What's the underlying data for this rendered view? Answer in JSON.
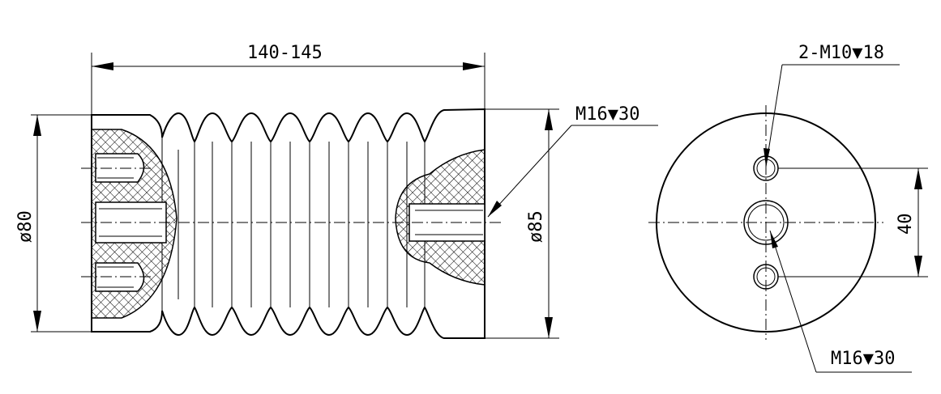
{
  "dimensions": {
    "length": "140-145",
    "dia_small": "ø80",
    "dia_large": "ø85",
    "thread_side": "M16▼30",
    "holes": "2-M10▼18",
    "center_thread": "M16▼30",
    "spacing": "40"
  },
  "colors": {
    "line": "#000000",
    "hatch": "#000000",
    "background": "#ffffff"
  }
}
